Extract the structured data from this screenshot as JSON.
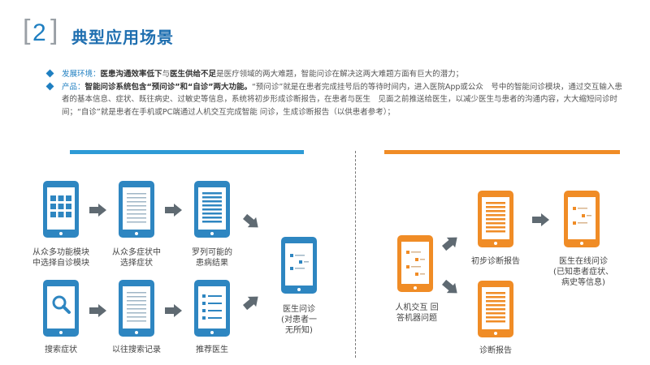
{
  "header": {
    "bracket": "[",
    "number": "2",
    "title": "典型应用场景"
  },
  "intro": {
    "env_label": "发展环境：",
    "env_bold": "医患沟通效率低下",
    "env_mid": "与",
    "env_bold2": "医生供给不足",
    "env_rest": "是医疗领域的两大难题，智能问诊在解决这两大难题方面有巨大的潜力；",
    "prod_label": "产品：",
    "prod_bold": "智能问诊系统包含“预问诊”和“自诊”两大功能。",
    "prod_rest": "“预问诊”就是在患者完成挂号后的等待时间内，进入医院App或公众　号中的智能问诊模块，通过交互输入患者的基本信息、症状、既往病史、过敏史等信息，系统将初步形成诊断报告，在患者与医生　见面之前推送给医生，以减少医生与患者的沟通内容，大大缩短问诊时间；“自诊”就是患者在手机或PC端通过人机交互完成智能 问诊，生成诊断报告（以供患者参考）；"
  },
  "left_flow": {
    "row1": [
      "从众多功能模块\n中选择自诊模块",
      "从众多症状中\n选择症状",
      "罗列可能的\n患病结果"
    ],
    "row2": [
      "搜索症状",
      "以往搜索记录",
      "推荐医生"
    ],
    "result": "医生问诊\n(对患者一\n无所知)"
  },
  "right_flow": {
    "start": "人机交互 回\n答机器问题",
    "top": "初步诊断报告",
    "bottom": "诊断报告",
    "final": "医生在线问诊\n(已知患者症状、\n病史等信息)"
  },
  "colors": {
    "blue": "#2e86c1",
    "orange": "#f08c26",
    "bar_blue": "#2e9bd6",
    "arrow_gray": "#5f6a72"
  },
  "icons": [
    "grid-icon",
    "list-icon",
    "dense-list-icon",
    "search-icon",
    "checklist-icon",
    "chat-icon",
    "arrow-right-icon"
  ]
}
